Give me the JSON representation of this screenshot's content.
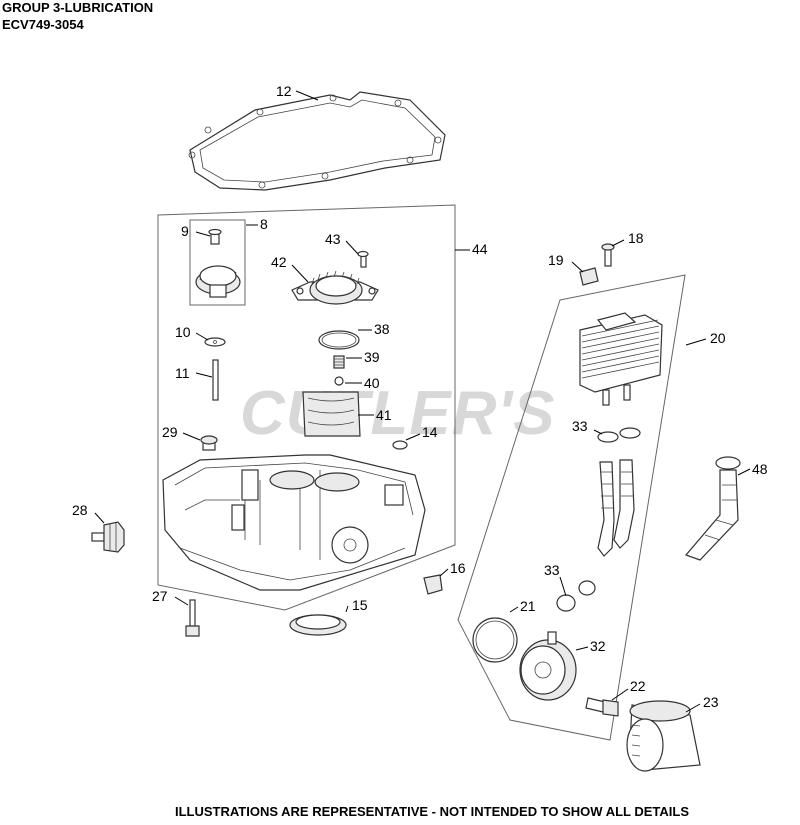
{
  "header": {
    "title": "GROUP 3-LUBRICATION",
    "model": "ECV749-3054"
  },
  "watermark": "CUTLER'S",
  "footer": "ILLUSTRATIONS ARE REPRESENTATIVE - NOT INTENDED TO SHOW ALL DETAILS",
  "callouts": {
    "c8": "8",
    "c9": "9",
    "c10": "10",
    "c11": "11",
    "c12": "12",
    "c14": "14",
    "c15": "15",
    "c16": "16",
    "c18": "18",
    "c19": "19",
    "c20": "20",
    "c21": "21",
    "c22": "22",
    "c23": "23",
    "c27": "27",
    "c28": "28",
    "c29": "29",
    "c32": "32",
    "c33a": "33",
    "c33b": "33",
    "c38": "38",
    "c39": "39",
    "c40": "40",
    "c41": "41",
    "c42": "42",
    "c43": "43",
    "c44": "44",
    "c48": "48"
  }
}
